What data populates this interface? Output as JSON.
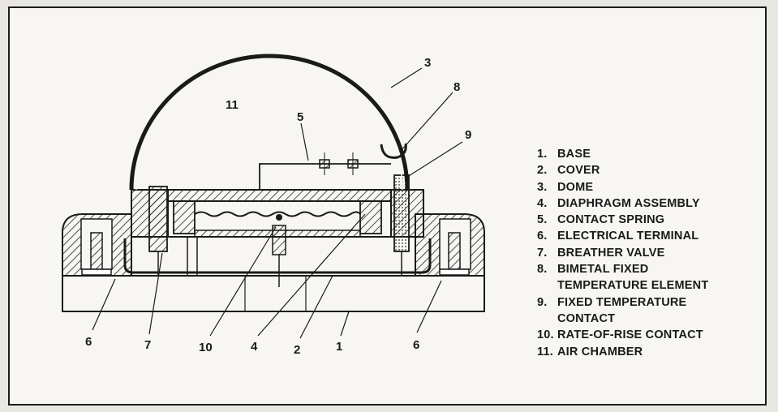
{
  "diagram": {
    "callouts": [
      "11",
      "3",
      "8",
      "5",
      "9",
      "6",
      "7",
      "10",
      "4",
      "2",
      "1",
      "6"
    ],
    "legend": [
      {
        "num": "1.",
        "label": "BASE"
      },
      {
        "num": "2.",
        "label": "COVER"
      },
      {
        "num": "3.",
        "label": "DOME"
      },
      {
        "num": "4.",
        "label": "DIAPHRAGM ASSEMBLY"
      },
      {
        "num": "5.",
        "label": "CONTACT SPRING"
      },
      {
        "num": "6.",
        "label": "ELECTRICAL TERMINAL"
      },
      {
        "num": "7.",
        "label": "BREATHER VALVE"
      },
      {
        "num": "8.",
        "label": "BIMETAL FIXED\nTEMPERATURE ELEMENT"
      },
      {
        "num": "9.",
        "label": "FIXED TEMPERATURE\nCONTACT"
      },
      {
        "num": "10.",
        "label": "RATE-OF-RISE CONTACT"
      },
      {
        "num": "11.",
        "label": "AIR CHAMBER"
      }
    ]
  }
}
